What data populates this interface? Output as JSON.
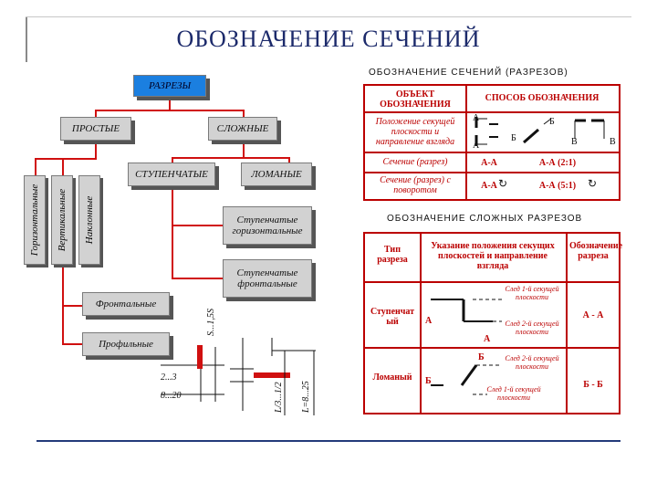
{
  "title": "ОБОЗНАЧЕНИЕ СЕЧЕНИЙ",
  "tree": {
    "root": "РАЗРЕЗЫ",
    "simple": "ПРОСТЫЕ",
    "complex": "СЛОЖНЫЕ",
    "stepped": "СТУПЕНЧАТЫЕ",
    "broken": "ЛОМАНЫЕ",
    "horizontal": "Горизонтальные",
    "vertical": "Вертикальные",
    "inclined": "Наклонные",
    "stepped_horizontal": "Ступенчатые горизонтальные",
    "stepped_frontal": "Ступенчатые фронтальные",
    "frontal": "Фронтальные",
    "profile": "Профильные"
  },
  "dims": {
    "d1": "2...3",
    "d2": "8...20",
    "v1": "S...1,5S",
    "v2": "L/3...1/2",
    "v3": "L=8...25"
  },
  "table1": {
    "title": "ОБОЗНАЧЕНИЕ СЕЧЕНИЙ (РАЗРЕЗОВ)",
    "col1": "ОБЪЕКТ ОБОЗНАЧЕНИЯ",
    "col2": "СПОСОБ ОБОЗНАЧЕНИЯ",
    "row1": "Положение секущей плоскости и направление взгляда",
    "row2": "Сечение (разрез)",
    "row2_a": "А-А",
    "row2_b": "А-А (2:1)",
    "row3": "Сечение (разрез) с поворотом",
    "row3_a": "А-А",
    "row3_b": "А-А (5:1)",
    "letter_a": "А",
    "letter_b": "Б",
    "letter_v": "В"
  },
  "table2": {
    "title": "ОБОЗНАЧЕНИЕ СЛОЖНЫХ РАЗРЕЗОВ",
    "col1": "Тип разреза",
    "col2": "Указание положения секущих плоскостей и направление взгляда",
    "col3": "Обозначение разреза",
    "row1_type": "Ступенчатый",
    "row1_note1": "След 1-й секущей плоскости",
    "row1_note2": "След 2-й секущей плоскости",
    "row1_label": "А - А",
    "row2_type": "Ломаный",
    "row2_note1": "След 2-й секущей плоскости",
    "row2_note2": "След 1-й секущей плоскости",
    "row2_label": "Б - Б",
    "letter_a": "А",
    "letter_b": "Б"
  }
}
